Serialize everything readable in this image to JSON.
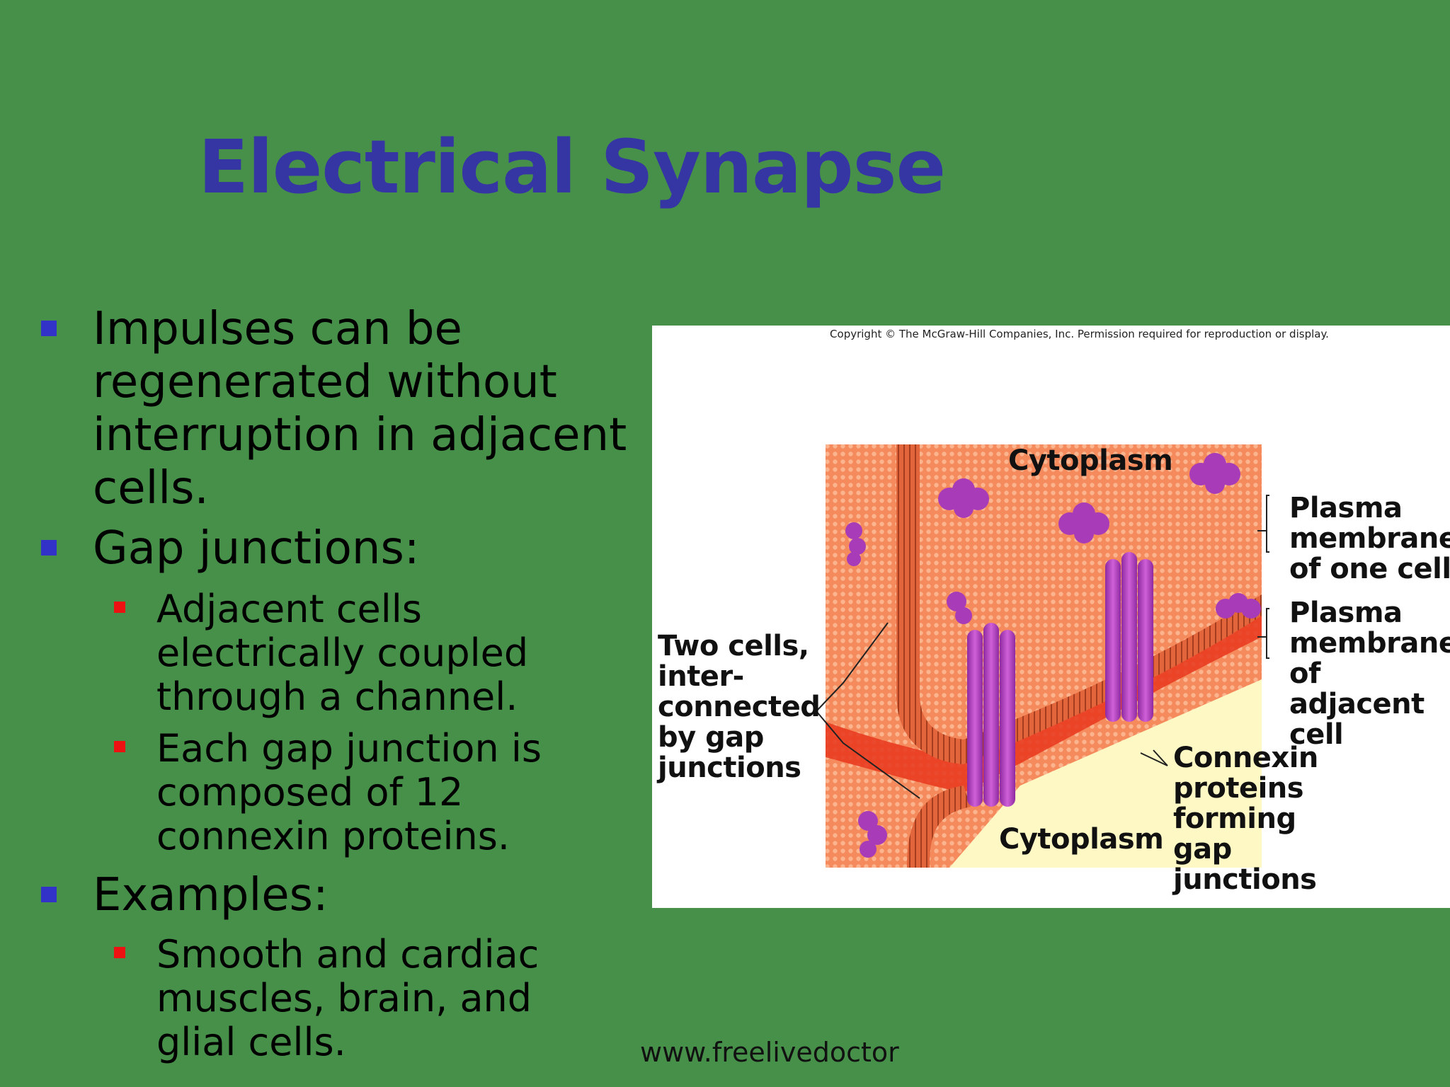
{
  "slide": {
    "title": "Electrical Synapse",
    "bullets": [
      {
        "text": "Impulses can be regenerated without interruption in adjacent cells."
      },
      {
        "text": "Gap junctions:",
        "sub": [
          "Adjacent cells electrically coupled through a channel.",
          "Each gap junction is composed of 12 connexin proteins."
        ]
      },
      {
        "text": "Examples:",
        "sub": [
          "Smooth and cardiac muscles, brain, and glial cells."
        ]
      }
    ],
    "figure": {
      "copyright": "Copyright © The McGraw-Hill Companies, Inc. Permission required for reproduction or display.",
      "labels": {
        "cytoplasm_top": "Cytoplasm",
        "cytoplasm_bottom": "Cytoplasm",
        "plasma_one": "Plasma\nmembrane\nof one cell",
        "plasma_adjacent": "Plasma\nmembrane\nof adjacent\ncell",
        "two_cells": "Two cells,\ninter-\nconnected\nby gap\njunctions",
        "connexin": "Connexin\nproteins\nforming\ngap\njunctions"
      }
    },
    "footer": "www.freelivedoctor"
  },
  "colors": {
    "background": "#47904a",
    "title": "#3535a3",
    "bullet_l1": "#3232c8",
    "bullet_l2": "#ee1111",
    "membrane_orange": "#f4855a",
    "cytoplasm_yellow": "#fdf8c4",
    "connexin_purple": "#b23fc0"
  }
}
